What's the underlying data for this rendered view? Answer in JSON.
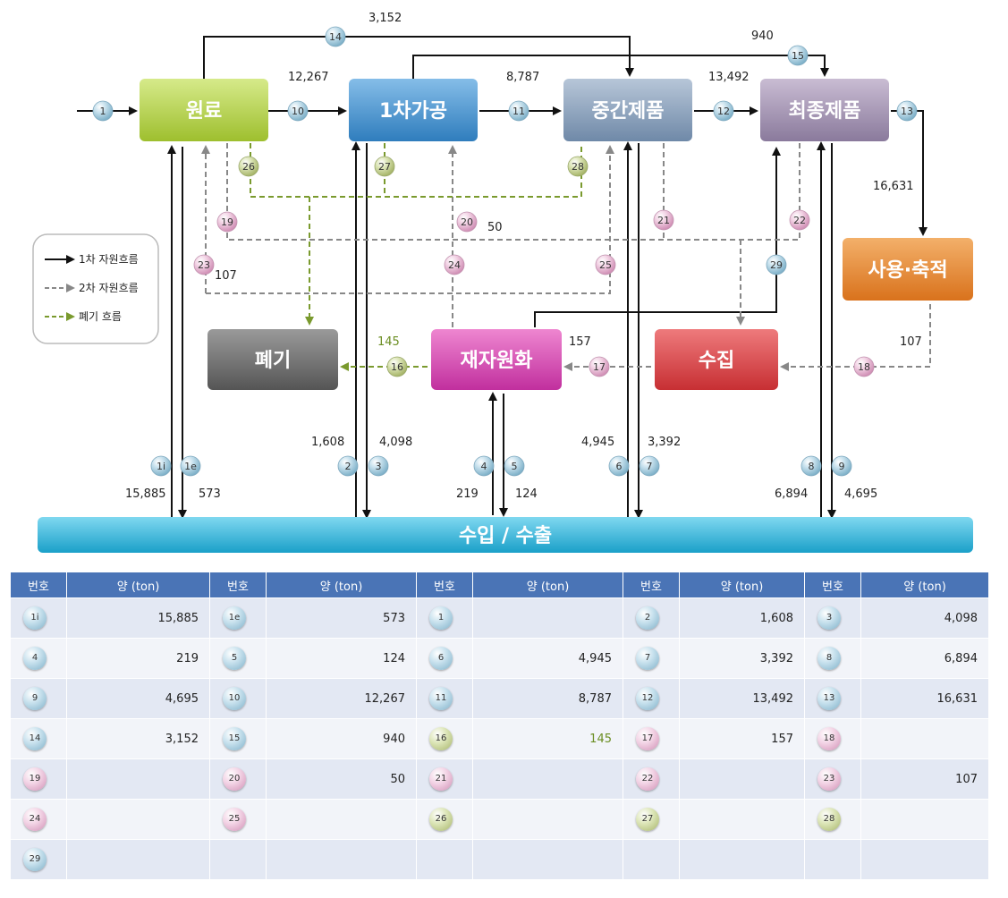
{
  "boxes": {
    "raw": "원료",
    "primary": "1차가공",
    "intermediate": "중간제품",
    "final": "최종제품",
    "use": "사용·축적",
    "collect": "수집",
    "recycle": "재자원화",
    "waste": "폐기",
    "import_export": "수입 / 수출"
  },
  "legend": {
    "primary": "1차 자원흐름",
    "secondary": "2차 자원흐름",
    "waste": "폐기 흐름"
  },
  "flow_values": {
    "f14": "3,152",
    "f15": "940",
    "f10": "12,267",
    "f11": "8,787",
    "f12": "13,492",
    "f13": "16,631",
    "f20": "50",
    "f23": "107",
    "f16": "145",
    "f17": "157",
    "f18": "107",
    "f1i": "15,885",
    "f1e": "573",
    "f2": "1,608",
    "f3": "4,098",
    "f4": "219",
    "f5": "124",
    "f6": "4,945",
    "f7": "3,392",
    "f8": "6,894",
    "f9": "4,695"
  },
  "node_labels": {
    "n1": "1",
    "n1i": "1i",
    "n1e": "1e",
    "n2": "2",
    "n3": "3",
    "n4": "4",
    "n5": "5",
    "n6": "6",
    "n7": "7",
    "n8": "8",
    "n9": "9",
    "n10": "10",
    "n11": "11",
    "n12": "12",
    "n13": "13",
    "n14": "14",
    "n15": "15",
    "n16": "16",
    "n17": "17",
    "n18": "18",
    "n19": "19",
    "n20": "20",
    "n21": "21",
    "n22": "22",
    "n23": "23",
    "n24": "24",
    "n25": "25",
    "n26": "26",
    "n27": "27",
    "n28": "28",
    "n29": "29"
  },
  "table": {
    "headers": [
      "번호",
      "양 (ton)",
      "번호",
      "양 (ton)",
      "번호",
      "양 (ton)",
      "번호",
      "양 (ton)",
      "번호",
      "양 (ton)"
    ],
    "rows": [
      [
        {
          "id": "1i",
          "color": "blue",
          "amount": "15,885"
        },
        {
          "id": "1e",
          "color": "blue",
          "amount": "573"
        },
        {
          "id": "1",
          "color": "blue",
          "amount": ""
        },
        {
          "id": "2",
          "color": "blue",
          "amount": "1,608"
        },
        {
          "id": "3",
          "color": "blue",
          "amount": "4,098"
        }
      ],
      [
        {
          "id": "4",
          "color": "blue",
          "amount": "219"
        },
        {
          "id": "5",
          "color": "blue",
          "amount": "124"
        },
        {
          "id": "6",
          "color": "blue",
          "amount": "4,945"
        },
        {
          "id": "7",
          "color": "blue",
          "amount": "3,392"
        },
        {
          "id": "8",
          "color": "blue",
          "amount": "6,894"
        }
      ],
      [
        {
          "id": "9",
          "color": "blue",
          "amount": "4,695"
        },
        {
          "id": "10",
          "color": "blue",
          "amount": "12,267"
        },
        {
          "id": "11",
          "color": "blue",
          "amount": "8,787"
        },
        {
          "id": "12",
          "color": "blue",
          "amount": "13,492"
        },
        {
          "id": "13",
          "color": "blue",
          "amount": "16,631"
        }
      ],
      [
        {
          "id": "14",
          "color": "blue",
          "amount": "3,152"
        },
        {
          "id": "15",
          "color": "blue",
          "amount": "940"
        },
        {
          "id": "16",
          "color": "green",
          "amount": "145"
        },
        {
          "id": "17",
          "color": "pink",
          "amount": "157"
        },
        {
          "id": "18",
          "color": "pink",
          "amount": ""
        }
      ],
      [
        {
          "id": "19",
          "color": "pink",
          "amount": ""
        },
        {
          "id": "20",
          "color": "pink",
          "amount": "50"
        },
        {
          "id": "21",
          "color": "pink",
          "amount": ""
        },
        {
          "id": "22",
          "color": "pink",
          "amount": ""
        },
        {
          "id": "23",
          "color": "pink",
          "amount": "107"
        }
      ],
      [
        {
          "id": "24",
          "color": "pink",
          "amount": ""
        },
        {
          "id": "25",
          "color": "pink",
          "amount": ""
        },
        {
          "id": "26",
          "color": "green",
          "amount": ""
        },
        {
          "id": "27",
          "color": "green",
          "amount": ""
        },
        {
          "id": "28",
          "color": "green",
          "amount": ""
        }
      ],
      [
        {
          "id": "29",
          "color": "blue",
          "amount": ""
        },
        {
          "id": "",
          "color": "",
          "amount": ""
        },
        {
          "id": "",
          "color": "",
          "amount": ""
        },
        {
          "id": "",
          "color": "",
          "amount": ""
        },
        {
          "id": "",
          "color": "",
          "amount": ""
        }
      ]
    ]
  },
  "colors": {
    "primary_flow": "#111111",
    "secondary_flow": "#808080",
    "waste_flow": "#7a9a2e",
    "raw_box": "#b5d24a",
    "primary_box": "#4f98d3",
    "intermediate_box": "#8ea4bf",
    "final_box": "#a595b3",
    "use_box": "#e5893a",
    "collect_box": "#d8474a",
    "recycle_box": "#d64bb3",
    "waste_box": "#6f6f6f",
    "import_bar": "#2bb3d8",
    "table_header": "#4a74b6"
  }
}
